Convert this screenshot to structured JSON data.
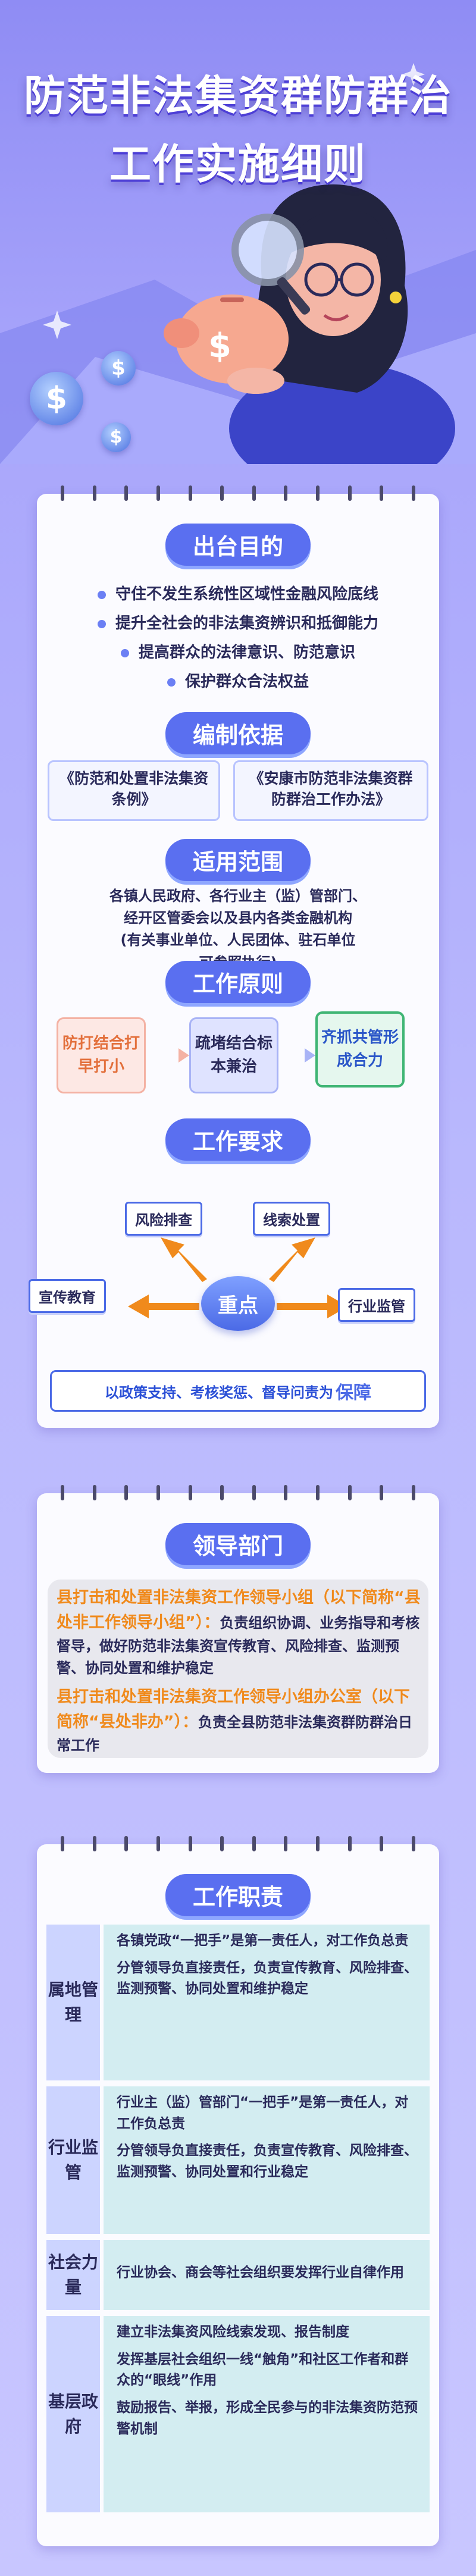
{
  "header": {
    "title_line1": "防范非法集资群防群治",
    "title_line2": "工作实施细则"
  },
  "hero": {
    "coin_symbol": "$"
  },
  "purpose": {
    "heading": "出台目的",
    "items": [
      "守住不发生系统性区域性金融风险底线",
      "提升全社会的非法集资辨识和抵御能力",
      "提高群众的法律意识、防范意识",
      "保护群众合法权益"
    ]
  },
  "basis": {
    "heading": "编制依据",
    "doc1": "《防范和处置非法集资条例》",
    "doc2": "《安康市防范非法集资群防群治工作办法》"
  },
  "scope": {
    "heading": "适用范围",
    "line1": "各镇人民政府、各行业主（监）管部门、",
    "line2": "经开区管委会以及县内各类金融机构",
    "line3": "(有关事业单位、人民团体、驻石单位",
    "line4": "可参照执行)"
  },
  "principles": {
    "heading": "工作原则",
    "p1": "防打结合打早打小",
    "p2": "疏堵结合标本兼治",
    "p3": "齐抓共管形成合力"
  },
  "requirements": {
    "heading": "工作要求",
    "focus": "重点",
    "risk": "风险排查",
    "clue": "线索处置",
    "education": "宣传教育",
    "industry": "行业监管",
    "guarantee_prefix": "以政策支持、考核奖惩、督导问责为",
    "guarantee_word": "保障"
  },
  "leadership": {
    "heading": "领导部门",
    "group_title": "县打击和处置非法集资工作领导小组（以下简称“县处非工作领导小组”）：",
    "group_desc": "负责组织协调、业务指导和考核督导，做好防范非法集资宣传教育、风险排查、监测预警、协同处置和维护稳定",
    "office_title": "县打击和处置非法集资工作领导小组办公室（以下简称“县处非办”）：",
    "office_desc": "负责全县防范非法集资群防群治日常工作"
  },
  "duties": {
    "heading": "工作职责",
    "rows": [
      {
        "label": "属地管理",
        "items": [
          "各镇党政“一把手”是第一责任人，对工作负总责",
          "分管领导负直接责任，负责宣传教育、风险排查、监测预警、协同处置和维护稳定"
        ]
      },
      {
        "label": "行业监管",
        "items": [
          "行业主（监）管部门“一把手”是第一责任人，对工作负总责",
          "分管领导负直接责任，负责宣传教育、风险排查、监测预警、协同处置和行业稳定"
        ]
      },
      {
        "label": "社会力量",
        "items": [
          "行业协会、商会等社会组织要发挥行业自律作用"
        ]
      },
      {
        "label": "基层政府",
        "items": [
          "建立非法集资风险线索发现、报告制度",
          "发挥基层社会组织一线“触角”和社区工作者和群众的“眼线”作用",
          "鼓励报告、举报，形成全民参与的非法集资防范预警机制"
        ]
      }
    ]
  },
  "colors": {
    "accent": "#5a6ff0",
    "orange": "#f08a1c",
    "teal": "#d3edf1",
    "label_bg": "#ccd4ff"
  }
}
